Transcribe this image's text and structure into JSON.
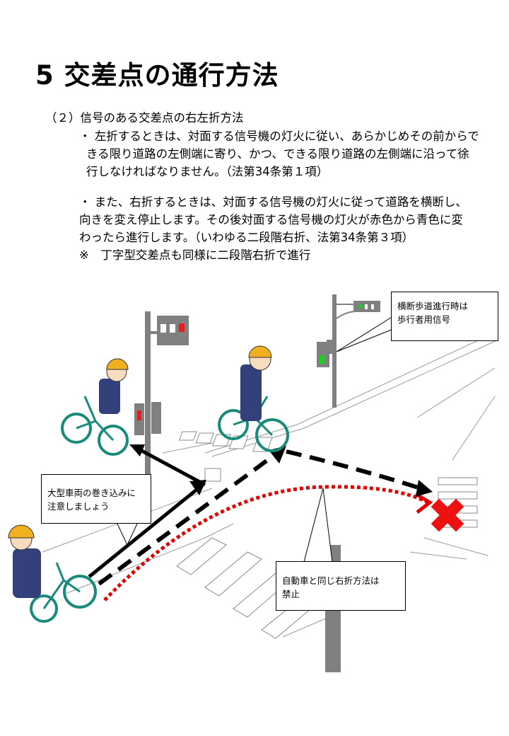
{
  "title": "5  交差点の通行方法",
  "subtitle": "（２）信号のある交差点の右左折方法",
  "paragraph1": {
    "lines": [
      "・ 左折するときは、対面する信号機の灯火に従い、あらかじめその前からで",
      "きる限り道路の左側端に寄り、かつ、できる限り道路の左側端に沿って徐",
      "行しなければなりません。（法第34条第１項）"
    ]
  },
  "paragraph2": {
    "lines": [
      "・ また、右折するときは、対面する信号機の灯火に従って道路を横断し、",
      "向きを変え停止します。その後対面する信号機の灯火が赤色から青色に変",
      "わったら進行します。（いわゆる二段階右折、法第34条第３項）",
      "※　丁字型交差点も同様に二段階右折で進行"
    ]
  },
  "callouts": {
    "pedestrian_signal": [
      "横断歩道進行時は",
      "歩行者用信号"
    ],
    "large_vehicle": [
      "大型車両の巻き込みに",
      "注意しましょう"
    ],
    "prohibited": [
      "自動車と同じ右折方法は",
      "禁止"
    ]
  },
  "colors": {
    "left_turn_arrow": "#000000",
    "two_step_arrow": "#000000",
    "prohibited_path": "#e00000",
    "prohibited_mark": "#ee1111",
    "signal_red": "#e02020",
    "signal_green": "#22cc22",
    "pole": "#808080"
  }
}
